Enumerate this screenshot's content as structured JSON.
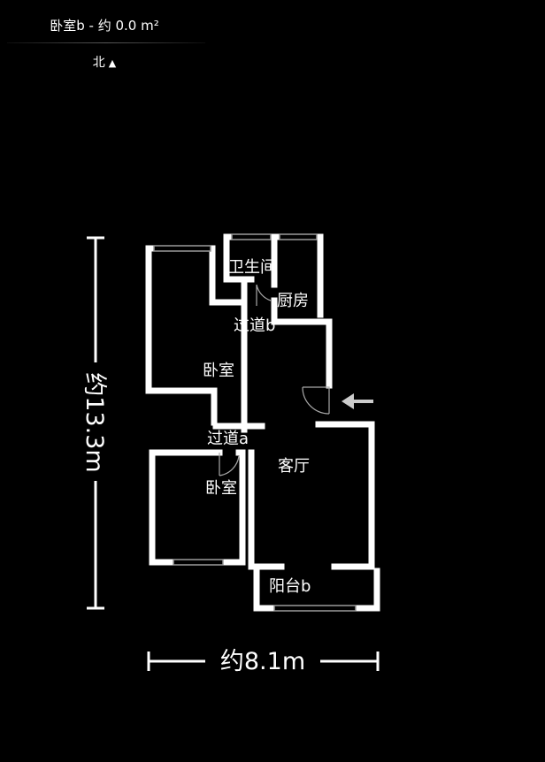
{
  "header": {
    "title": "卧室b - 约 0.0 m²",
    "compass_label": "北",
    "compass_arrow": "▲"
  },
  "rooms": {
    "bathroom": "卫生间",
    "kitchen": "厨房",
    "corridor_b": "过道b",
    "bedroom_upper": "卧室",
    "corridor_a": "过道a",
    "bedroom_lower": "卧室",
    "living_room": "客厅",
    "balcony_b": "阳台b"
  },
  "dimensions": {
    "height_label": "约13.3m",
    "width_label": "约8.1m"
  },
  "entrance": {
    "arrow": "entrance-arrow-icon"
  },
  "colors": {
    "background": "#000000",
    "walls": "#ffffff",
    "window": "#9a9a9a"
  }
}
